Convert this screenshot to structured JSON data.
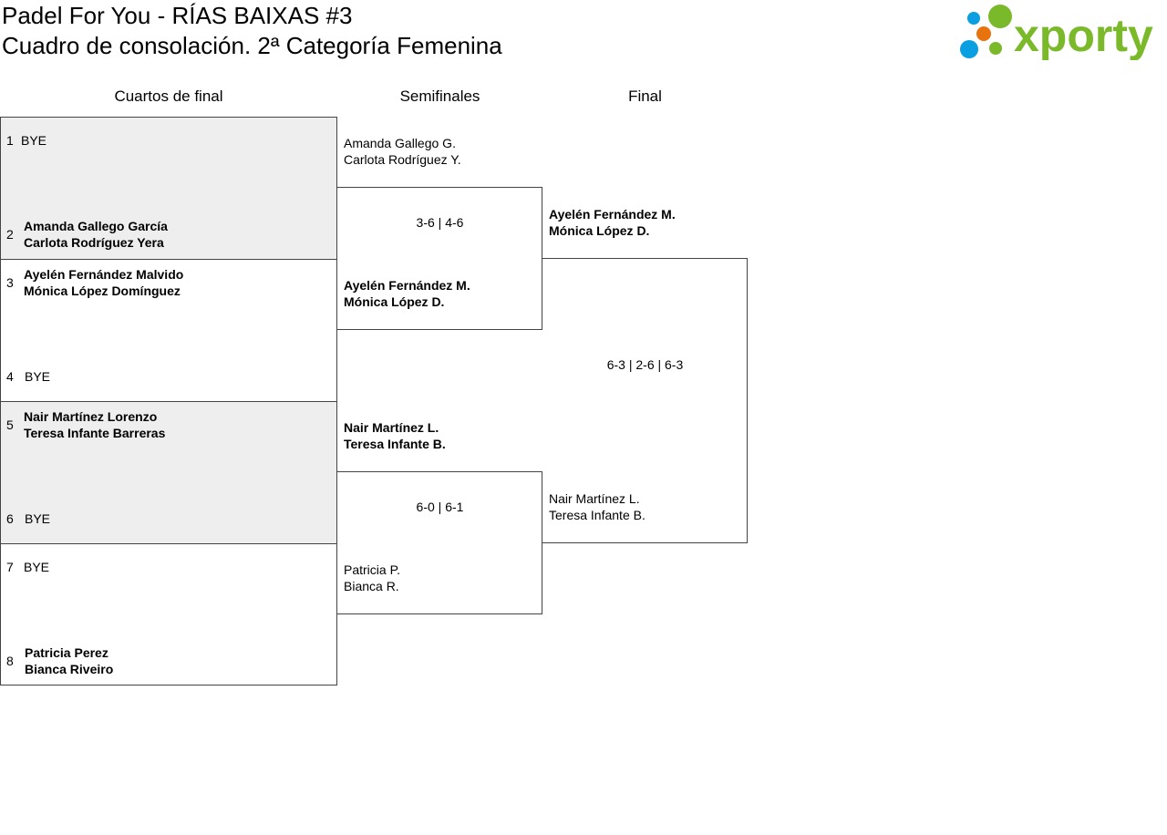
{
  "header": {
    "title": "Padel For You - RÍAS BAIXAS #3",
    "subtitle": "Cuadro de consolación. 2ª Categoría Femenina",
    "logo_text": "xporty"
  },
  "rounds": [
    "Cuartos de final",
    "Semifinales",
    "Final"
  ],
  "quarterfinals": [
    {
      "seed": "1",
      "p1": "BYE",
      "p2": ""
    },
    {
      "seed": "2",
      "p1": "Amanda Gallego García",
      "p2": "Carlota Rodríguez Yera"
    },
    {
      "seed": "3",
      "p1": "Ayelén Fernández Malvido",
      "p2": "Mónica López Domínguez"
    },
    {
      "seed": "4",
      "p1": "BYE",
      "p2": ""
    },
    {
      "seed": "5",
      "p1": "Nair Martínez Lorenzo",
      "p2": "Teresa Infante Barreras"
    },
    {
      "seed": "6",
      "p1": "BYE",
      "p2": ""
    },
    {
      "seed": "7",
      "p1": "BYE",
      "p2": ""
    },
    {
      "seed": "8",
      "p1": "Patricia Perez",
      "p2": "Bianca Riveiro"
    }
  ],
  "semifinals": [
    {
      "top": [
        "Amanda Gallego G.",
        "Carlota Rodríguez Y."
      ],
      "score": "3-6 | 4-6",
      "bottom": [
        "Ayelén Fernández M.",
        "Mónica López D."
      ]
    },
    {
      "top": [
        "Nair Martínez L.",
        "Teresa Infante B."
      ],
      "score": "6-0 | 6-1",
      "bottom": [
        "Patricia P.",
        "Bianca R."
      ]
    }
  ],
  "final": {
    "top": [
      "Ayelén Fernández M.",
      "Mónica López D."
    ],
    "score": "6-3 | 2-6 | 6-3",
    "bottom": [
      "Nair Martínez L.",
      "Teresa Infante B."
    ]
  }
}
